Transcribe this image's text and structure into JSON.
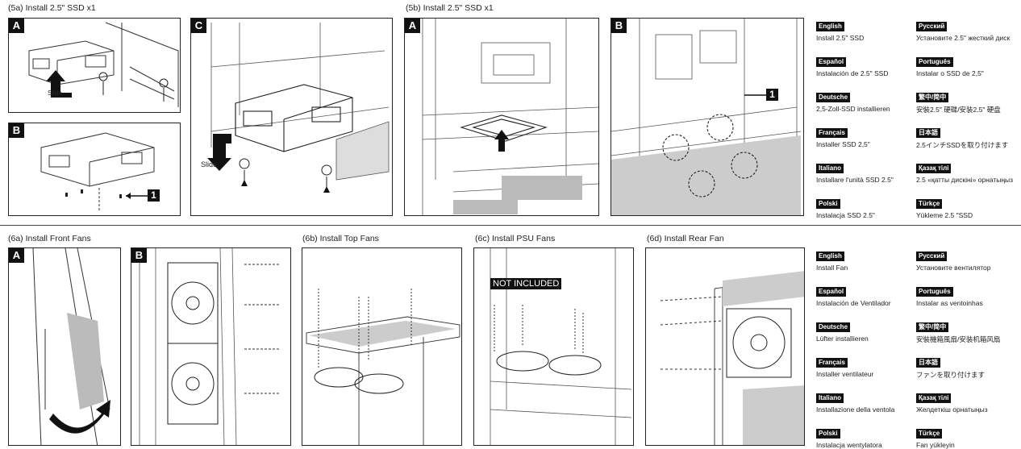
{
  "sections": {
    "s5a": "(5a) Install 2.5\" SSD x1",
    "s5b": "(5b) Install 2.5\" SSD x1",
    "s6a": "(6a) Install Front Fans",
    "s6b": "(6b) Install Top Fans",
    "s6c": "(6c) Install PSU Fans",
    "s6d": "(6d) Install Rear Fan"
  },
  "panels": {
    "p5aA": {
      "letter": "A",
      "note": "Slide"
    },
    "p5aB": {
      "letter": "B",
      "callout": "1"
    },
    "p5aC": {
      "letter": "C",
      "note": "Slide"
    },
    "p5bA": {
      "letter": "A"
    },
    "p5bB": {
      "letter": "B",
      "callout": "1"
    },
    "p6aA": {
      "letter": "A"
    },
    "p6aB": {
      "letter": "B"
    },
    "p6c": {
      "badge": "NOT INCLUDED"
    }
  },
  "ssd_languages": [
    {
      "lang": "English",
      "text": "Install 2.5\" SSD"
    },
    {
      "lang": "Русский",
      "text": "Установите 2.5\" жесткий диск"
    },
    {
      "lang": "Español",
      "text": "Instalación de 2.5\" SSD"
    },
    {
      "lang": "Português",
      "text": "Instalar o SSD de 2,5\""
    },
    {
      "lang": "Deutsche",
      "text": "2,5-Zoll-SSD installieren"
    },
    {
      "lang": "繁中/简中",
      "text": "安裝2.5\" 硬碟/安装2.5\" 硬盘"
    },
    {
      "lang": "Français",
      "text": "Installer SSD 2,5\""
    },
    {
      "lang": "日本語",
      "text": "2.5インチSSDを取り付けます"
    },
    {
      "lang": "Italiano",
      "text": "Installare l'unità SSD 2.5\""
    },
    {
      "lang": "Қазақ тілі",
      "text": "2.5 «қатты дискіні» орнатыңыз"
    },
    {
      "lang": "Polski",
      "text": "Instalacja SSD 2.5\""
    },
    {
      "lang": "Türkçe",
      "text": "Yükleme 2.5 \"SSD"
    }
  ],
  "fan_languages": [
    {
      "lang": "English",
      "text": "Install Fan"
    },
    {
      "lang": "Русский",
      "text": "Установите вентилятор"
    },
    {
      "lang": "Español",
      "text": "Instalación de Ventilador"
    },
    {
      "lang": "Português",
      "text": "Instalar as ventoinhas"
    },
    {
      "lang": "Deutsche",
      "text": "Lüfter installieren"
    },
    {
      "lang": "繁中/简中",
      "text": "安裝機箱風扇/安装机箱风扇"
    },
    {
      "lang": "Français",
      "text": "Installer ventilateur"
    },
    {
      "lang": "日本語",
      "text": "ファンを取り付けます"
    },
    {
      "lang": "Italiano",
      "text": "Installazione della ventola"
    },
    {
      "lang": "Қазақ тілі",
      "text": "Желдеткіш орнатыңыз"
    },
    {
      "lang": "Polski",
      "text": "Instalacja wentylatora"
    },
    {
      "lang": "Türkçe",
      "text": "Fan yükleyin"
    }
  ]
}
